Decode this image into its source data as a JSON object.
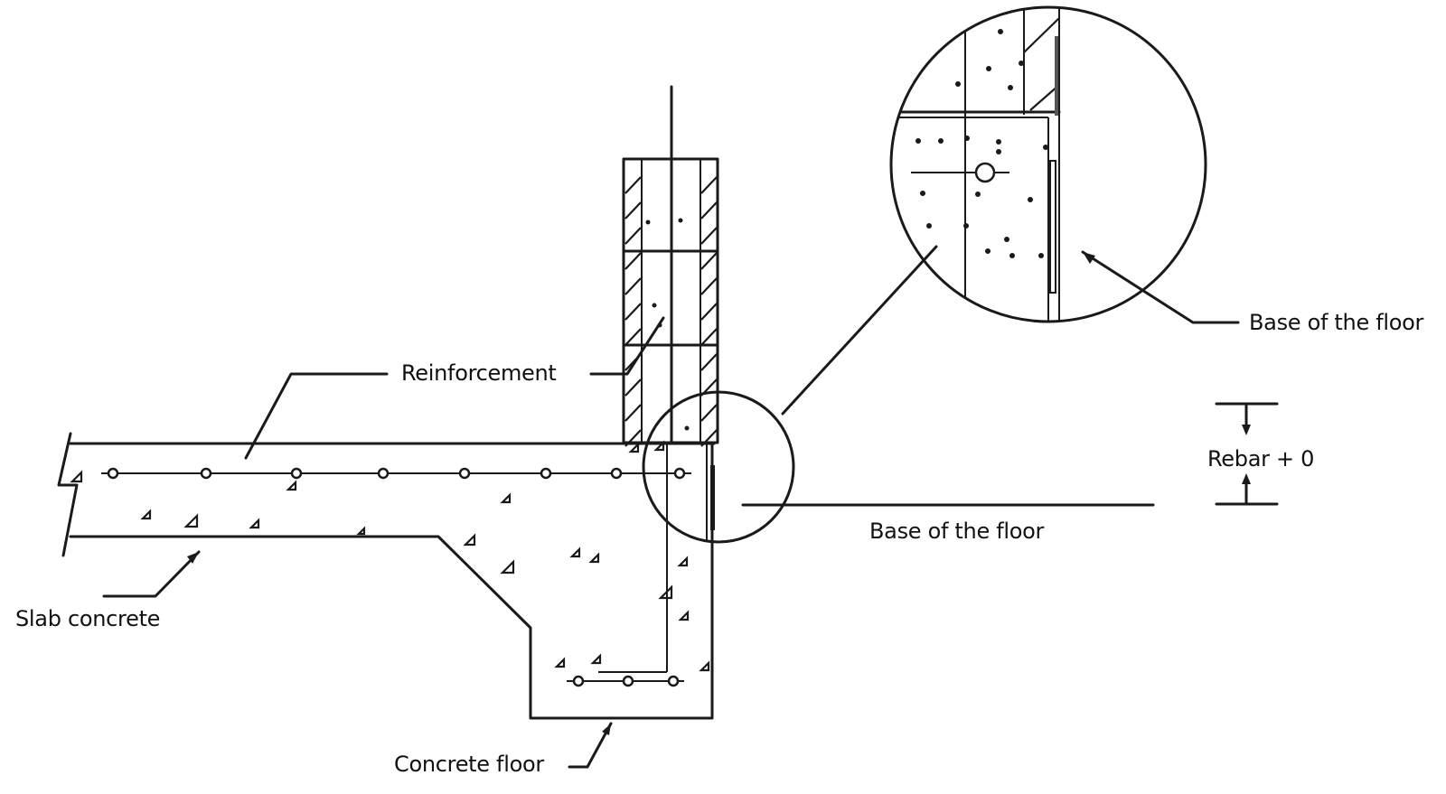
{
  "diagram": {
    "title": "Slab edge / concrete floor connection detail",
    "labels": {
      "reinforcement": "Reinforcement",
      "slab_concrete": "Slab concrete",
      "concrete_floor": "Concrete floor",
      "base_of_floor_main": "Base of the floor",
      "base_of_floor_detail": "Base of the floor",
      "rebar_offset": "Rebar + 0"
    },
    "colors": {
      "line": "#1a1a1a",
      "background": "#ffffff"
    }
  }
}
